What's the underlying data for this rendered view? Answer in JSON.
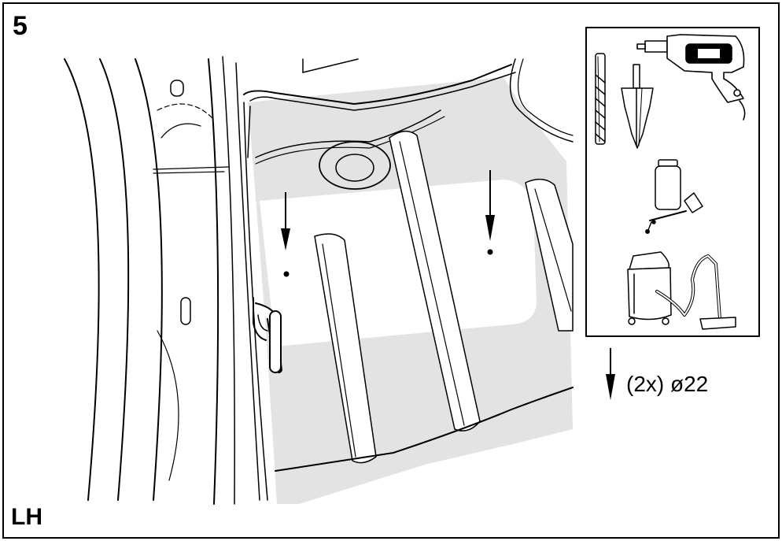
{
  "step_number": "5",
  "side_label": "LH",
  "hole_legend": {
    "text": "(2x) ø22",
    "icon": "down-arrow-icon"
  },
  "tools": [
    {
      "name": "drill-bit-icon"
    },
    {
      "name": "step-drill-bit-icon"
    },
    {
      "name": "power-drill-icon"
    },
    {
      "name": "touch-up-paint-icon"
    },
    {
      "name": "vacuum-cleaner-icon"
    }
  ],
  "colors": {
    "line": "#000000",
    "shaded_area": "#e3e3e3",
    "background": "#ffffff"
  }
}
